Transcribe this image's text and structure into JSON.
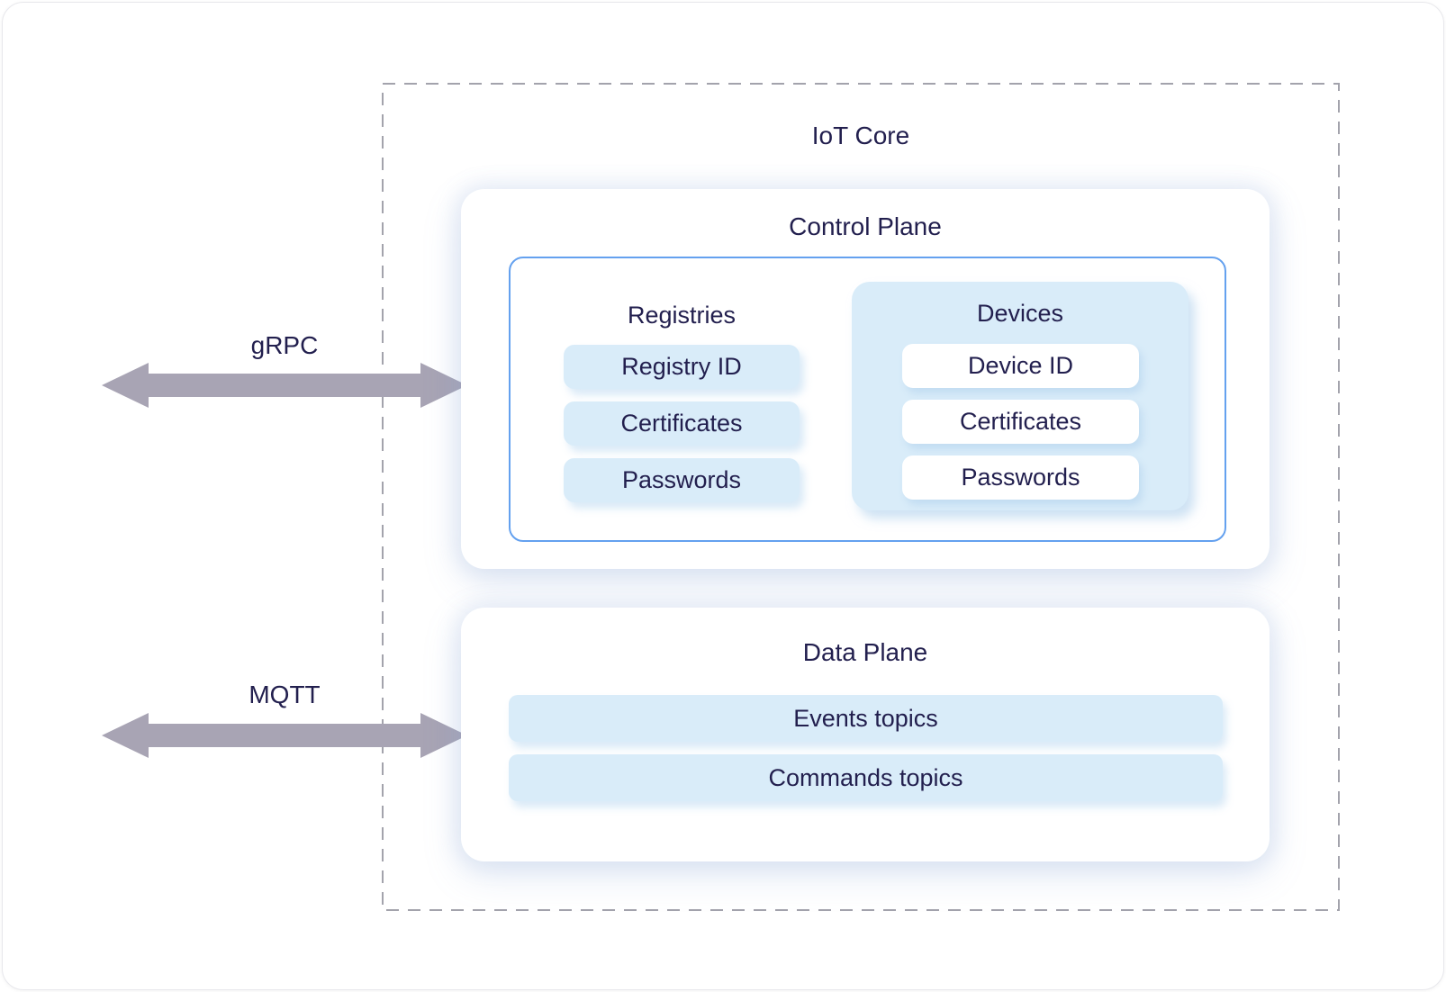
{
  "colors": {
    "text": "#221f4e",
    "pill_blue": "#d9ecf9",
    "outline_blue": "#64a1ef",
    "arrow_gray": "#a8a4b4",
    "dash_gray": "#a3a3ac",
    "card_border": "#e8e8ec"
  },
  "iot_core": {
    "label": "IoT Core"
  },
  "arrows": {
    "grpc": "gRPC",
    "mqtt": "MQTT"
  },
  "control_plane": {
    "title": "Control Plane",
    "registries": {
      "title": "Registries",
      "items": [
        "Registry ID",
        "Certificates",
        "Passwords"
      ]
    },
    "devices": {
      "title": "Devices",
      "items": [
        "Device ID",
        "Certificates",
        "Passwords"
      ]
    }
  },
  "data_plane": {
    "title": "Data Plane",
    "topics": [
      "Events topics",
      "Commands topics"
    ]
  }
}
